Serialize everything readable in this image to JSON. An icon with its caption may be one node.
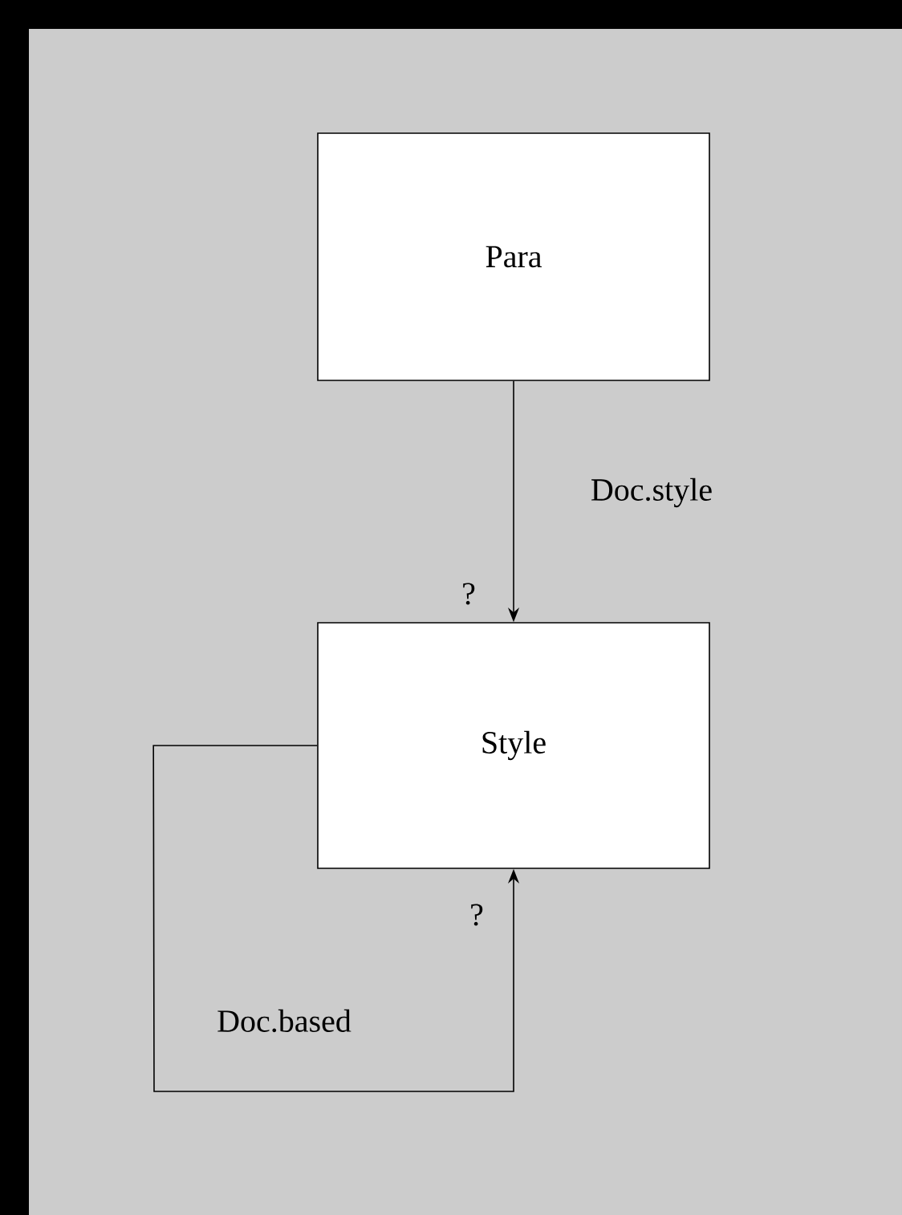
{
  "diagram": {
    "nodes": [
      {
        "text": [
          "Para"
        ]
      },
      {
        "text": [
          "Style"
        ]
      }
    ],
    "edges": [
      {
        "from": 0,
        "to": 1,
        "arrow": "to",
        "label": "Doc.style"
      },
      {
        "from": 1,
        "to": 1,
        "arrow": "to",
        "label": "Doc.based"
      }
    ],
    "labels": [
      "?",
      "?"
    ]
  }
}
